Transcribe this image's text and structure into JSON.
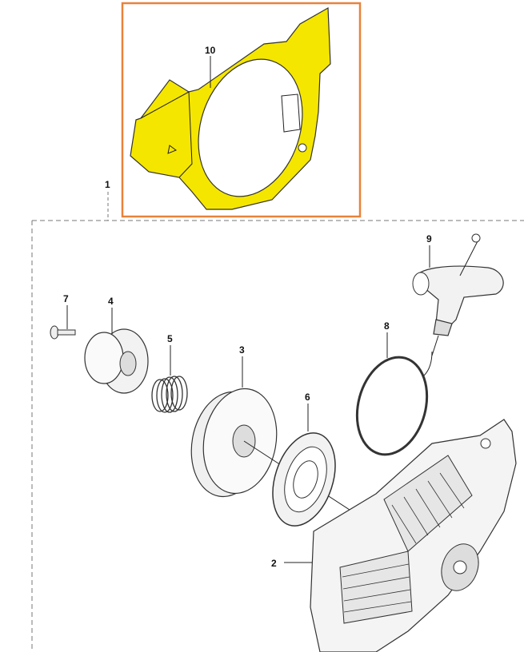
{
  "diagram": {
    "highlight_color": "#f5e600",
    "highlight_border_color": "#e8823a",
    "labels": {
      "p10": "10",
      "p1": "1",
      "p9": "9",
      "p7": "7",
      "p4": "4",
      "p5": "5",
      "p3": "3",
      "p8": "8",
      "p6": "6",
      "p2": "2"
    }
  }
}
